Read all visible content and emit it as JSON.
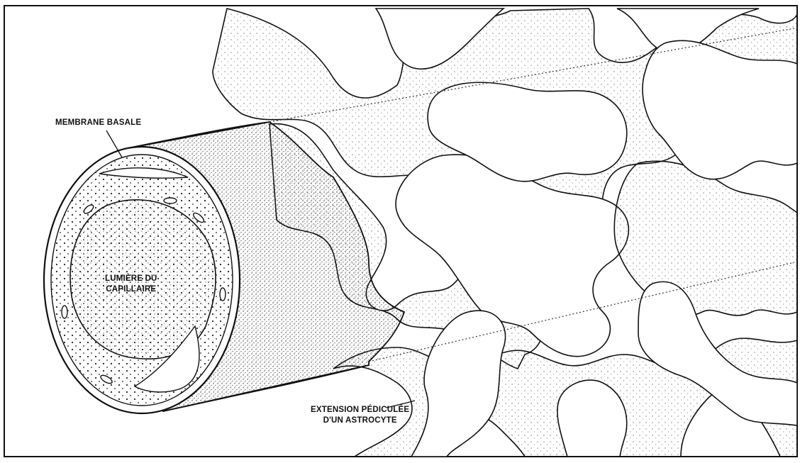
{
  "labels": {
    "membrane_basale": "MEMBRANE BASALE",
    "lumiere_line1": "LUMIÈRE DU",
    "lumiere_line2": "CAPILLAIRE",
    "extension_line1": "EXTENSION PÉDICULÉE",
    "extension_line2": "D'UN ASTROCYTE"
  },
  "colors": {
    "ink": "#111111",
    "paper": "#ffffff"
  }
}
